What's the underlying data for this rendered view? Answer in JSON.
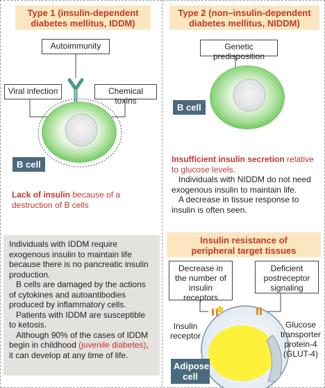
{
  "type1": {
    "title_line1": "Type 1 (insulin-dependent",
    "title_line2": "diabetes mellitus, IDDM)",
    "autoimmunity": "Autoimmunity",
    "viral": "Viral infection",
    "chemical": "Chemical toxins",
    "bcell": "B cell",
    "lack_red": "Lack of insulin",
    "lack_rest": " because of a destruction of B cells",
    "info_p1": "Individuals with IDDM require exogenous insulin to maintain life because there is no pancreatic insulin production.",
    "info_p2": "B cells are damaged by the actions of cytokines and autoantibodies produced by inflammatory cells.",
    "info_p3": "Patients with IDDM are susceptible to ketosis.",
    "info_p4a": "Although 90% of the cases of IDDM begin in childhood ",
    "info_p4b": "(juvenile diabetes)",
    "info_p4c": ", it can develop at any time of life."
  },
  "type2": {
    "title_line1": "Type 2 (non–insulin-dependent",
    "title_line2": "diabetes mellitus, NIDDM)",
    "genetic": "Genetic predisposition",
    "bcell": "B cell",
    "insuff_red": "Insufficient insulin secretion",
    "insuff_rest": " relative to glucose levels.",
    "info_p1": "Individuals with NIDDM do not need exogenous insulin to maintain life.",
    "info_p2": "A decrease in tissue response to insulin is often seen.",
    "resist_line1": "Insulin resistance of",
    "resist_line2": "peripheral target tissues",
    "decrease": "Decrease in the number of insulin receptors",
    "deficient": "Deficient postreceptor signaling",
    "insulin_receptor": "Insulin receptor",
    "glut": "Glucose transporter protein-4 (GLUT-4)",
    "adipose": "Adipose cell"
  },
  "colors": {
    "title_bg": "#fbe6bf",
    "title_text": "#c0382b",
    "bcell_tag": "#4b6a7d",
    "gray_box": "#e4e2df",
    "cell_green": "#7ed06a",
    "adipose_yellow": "#fff13a",
    "adipose_cell": "#e8f0f7"
  }
}
